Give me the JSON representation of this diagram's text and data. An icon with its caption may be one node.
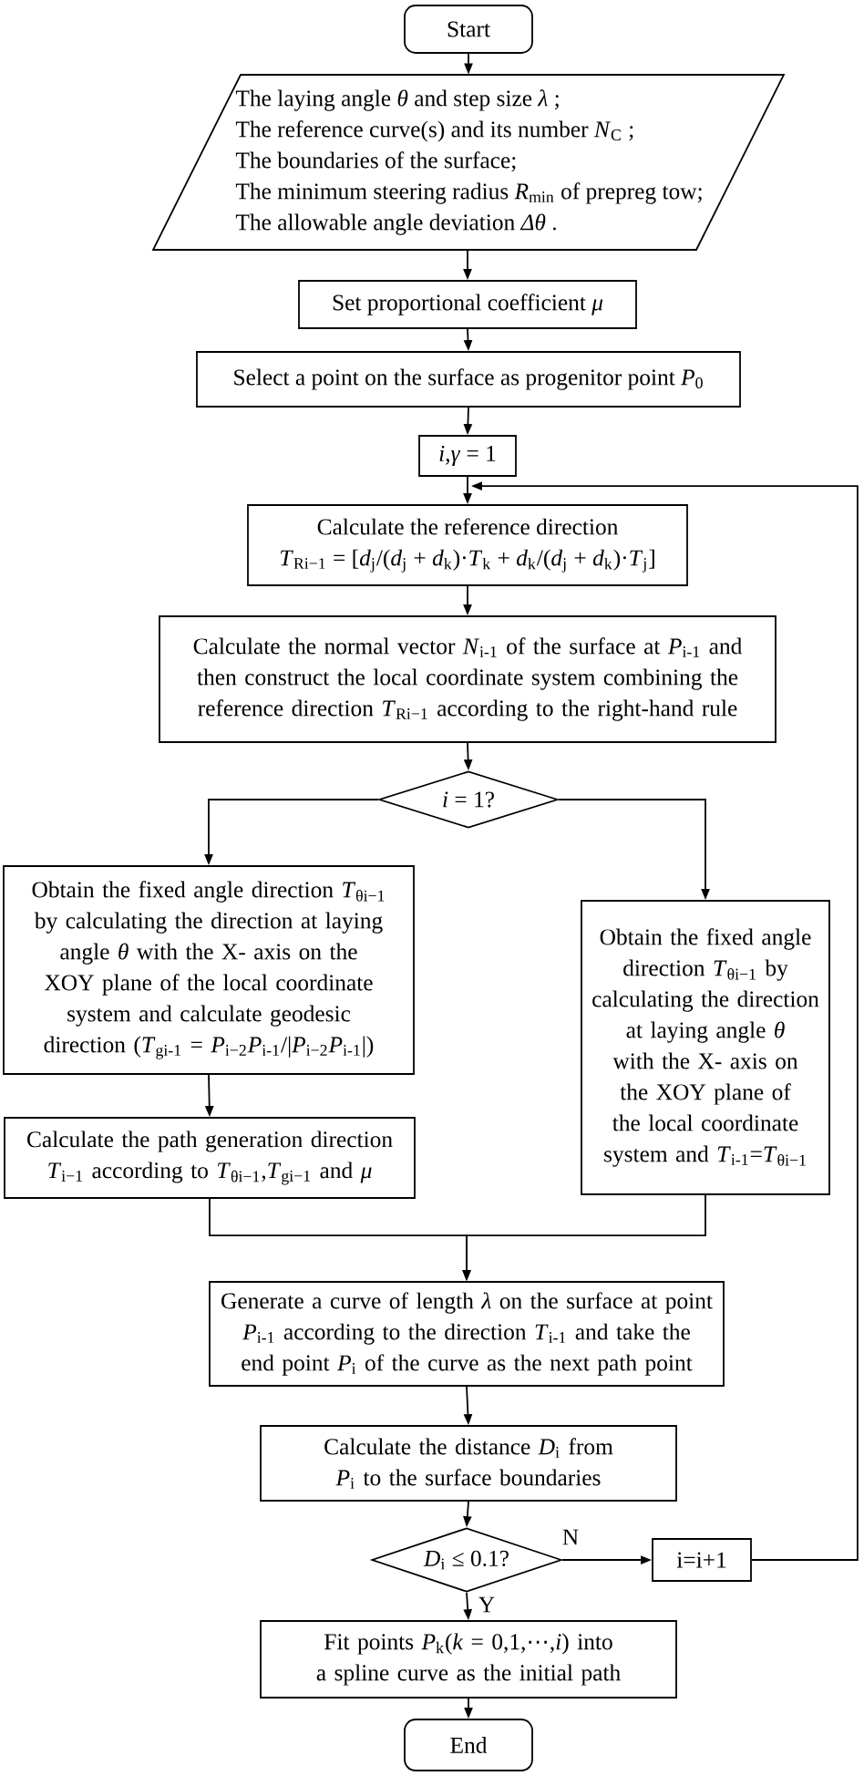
{
  "diagram": {
    "nodes": [
      {
        "text": [
          "Start"
        ]
      },
      {
        "text": [
          "The laying angle *θ* and step size *λ* ;",
          "The reference curve(s) and its number *N*$_{C}$ ;",
          "The boundaries of the surface;",
          "The minimum steering radius *R*$_{min}$ of prepreg tow;",
          "The allowable angle deviation *Δθ* ."
        ]
      },
      {
        "text": [
          "Set proportional coefficient *μ*"
        ]
      },
      {
        "text": [
          "Select a point on the surface as progenitor point *P*$_{0}$"
        ]
      },
      {
        "text": [
          "*i*,*γ* = 1"
        ]
      },
      {
        "text": [
          "Calculate the reference direction",
          "*T*$_{Ri−1}$ = [*d*$_{j}$/(*d*$_{j}$ + *d*$_{k}$)·*T*$_{k}$ + *d*$_{k}$/(*d*$_{j}$ + *d*$_{k}$)·*T*$_{j}$]"
        ]
      },
      {
        "text": [
          "Calculate the normal vector *N*$_{i-1}$ of the surface at *P*$_{i-1}$ and then construct the local coordinate system combining the reference direction *T*$_{Ri−1}$ according to the right-hand rule"
        ]
      },
      {
        "text": [
          "*i* = 1?"
        ]
      },
      {
        "text": [
          "Obtain the fixed angle direction *T*$_{θi−1}$ by calculating the direction at laying angle *θ* with the X- axis on the XOY plane of the local coordinate system and calculate geodesic direction (*T*$_{gi-1}$ = *P*$_{i−2}$*P*$_{i-1}$/|*P*$_{i−2}$*P*$_{i-1}$|)"
        ]
      },
      {
        "text": [
          "Obtain the fixed angle direction *T*$_{θi−1}$ by calculating the direction at laying angle *θ* with the X- axis on the XOY plane of the local coordinate system and *T*$_{i-1}$=*T*$_{θi−1}$"
        ]
      },
      {
        "text": [
          "Calculate the path generation direction *T*$_{i−1}$ according to *T*$_{θi−1}$,*T*$_{gi−1}$ and *μ*"
        ]
      },
      {
        "text": [
          "Generate a curve of length *λ* on the surface at point *P*$_{i-1}$ according to the direction *T*$_{i-1}$ and take the end point *P*$_{i}$ of the curve as the next path point"
        ]
      },
      {
        "text": [
          "Calculate the distance *D*$_{i}$ from *P*$_{i}$ to the surface boundaries"
        ]
      },
      {
        "text": [
          "*D*$_{i}$ ≤ 0.1?"
        ]
      },
      {
        "text": [
          "i=i+1"
        ]
      },
      {
        "text": [
          "Fit points *P*$_{k}$(*k* = 0,1,⋯,*i*) into a spline curve as the initial path"
        ]
      },
      {
        "text": [
          "End"
        ]
      }
    ],
    "edges": [
      {
        "from": 0,
        "to": 1,
        "arrow": "to"
      },
      {
        "from": 1,
        "to": 2,
        "arrow": "to"
      },
      {
        "from": 2,
        "to": 3,
        "arrow": "to"
      },
      {
        "from": 3,
        "to": 4,
        "arrow": "to"
      },
      {
        "from": 4,
        "to": 5,
        "arrow": "to"
      },
      {
        "from": 5,
        "to": 6,
        "arrow": "to"
      },
      {
        "from": 6,
        "to": 7,
        "arrow": "to"
      },
      {
        "from": 7,
        "to": 8,
        "arrow": "to"
      },
      {
        "from": 7,
        "to": 9,
        "arrow": "to"
      },
      {
        "from": 8,
        "to": 10,
        "arrow": "to"
      },
      {
        "from": 10,
        "to": 11,
        "arrow": "to"
      },
      {
        "from": 9,
        "to": 11,
        "arrow": "to"
      },
      {
        "from": 11,
        "to": 12,
        "arrow": "to"
      },
      {
        "from": 12,
        "to": 13,
        "arrow": "to"
      },
      {
        "from": 13,
        "to": 14,
        "arrow": "to",
        "label": "N"
      },
      {
        "from": 13,
        "to": 15,
        "arrow": "to",
        "label": "Y"
      },
      {
        "from": 15,
        "to": 16,
        "arrow": "to"
      },
      {
        "from": 14,
        "to": 5,
        "arrow": "to"
      }
    ]
  }
}
